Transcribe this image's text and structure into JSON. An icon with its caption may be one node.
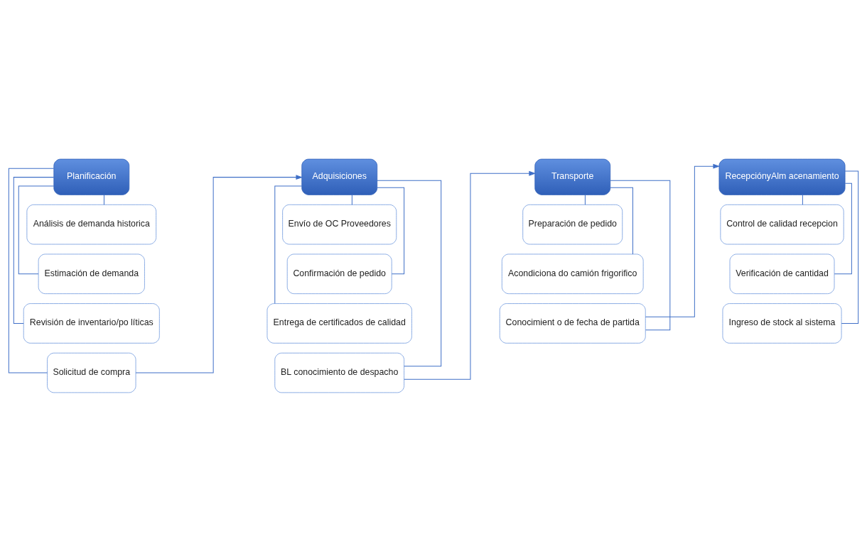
{
  "diagram": {
    "nodes": [
      {
        "text": [
          "Planificación"
        ]
      },
      {
        "text": [
          "Análisis de demanda historica"
        ]
      },
      {
        "text": [
          "Estimación de demanda"
        ]
      },
      {
        "text": [
          "Revisión de inventario/po líticas"
        ]
      },
      {
        "text": [
          "Solicitud de compra"
        ]
      },
      {
        "text": [
          "Adquisiciones"
        ]
      },
      {
        "text": [
          "Envío de OC Proveedores"
        ]
      },
      {
        "text": [
          "Confirmación de pedido"
        ]
      },
      {
        "text": [
          "Entrega de certificados de calidad"
        ]
      },
      {
        "text": [
          "BL conocimiento de despacho"
        ]
      },
      {
        "text": [
          "Transporte"
        ]
      },
      {
        "text": [
          "Preparación de pedido"
        ]
      },
      {
        "text": [
          "Acondiciona do camión frigorifico"
        ]
      },
      {
        "text": [
          "Conocimient o de fecha de partida"
        ]
      },
      {
        "text": [
          "RecepciónyAlm acenamiento"
        ]
      },
      {
        "text": [
          "Control de calidad recepcion"
        ]
      },
      {
        "text": [
          "Verificación de cantidad"
        ]
      },
      {
        "text": [
          "Ingreso de stock al sistema"
        ]
      }
    ],
    "edges": [
      {
        "from": 0,
        "to": 1,
        "arrow": "none"
      },
      {
        "from": 0,
        "to": 2,
        "arrow": "none"
      },
      {
        "from": 0,
        "to": 3,
        "arrow": "none"
      },
      {
        "from": 0,
        "to": 4,
        "arrow": "none"
      },
      {
        "from": 4,
        "to": 5,
        "arrow": "to"
      },
      {
        "from": 5,
        "to": 6,
        "arrow": "none"
      },
      {
        "from": 5,
        "to": 7,
        "arrow": "none"
      },
      {
        "from": 5,
        "to": 8,
        "arrow": "none"
      },
      {
        "from": 5,
        "to": 9,
        "arrow": "none"
      },
      {
        "from": 9,
        "to": 10,
        "arrow": "to"
      },
      {
        "from": 10,
        "to": 11,
        "arrow": "none"
      },
      {
        "from": 10,
        "to": 12,
        "arrow": "none"
      },
      {
        "from": 10,
        "to": 13,
        "arrow": "none"
      },
      {
        "from": 13,
        "to": 14,
        "arrow": "to"
      },
      {
        "from": 14,
        "to": 15,
        "arrow": "none"
      },
      {
        "from": 14,
        "to": 16,
        "arrow": "none"
      },
      {
        "from": 14,
        "to": 17,
        "arrow": "none"
      }
    ]
  }
}
